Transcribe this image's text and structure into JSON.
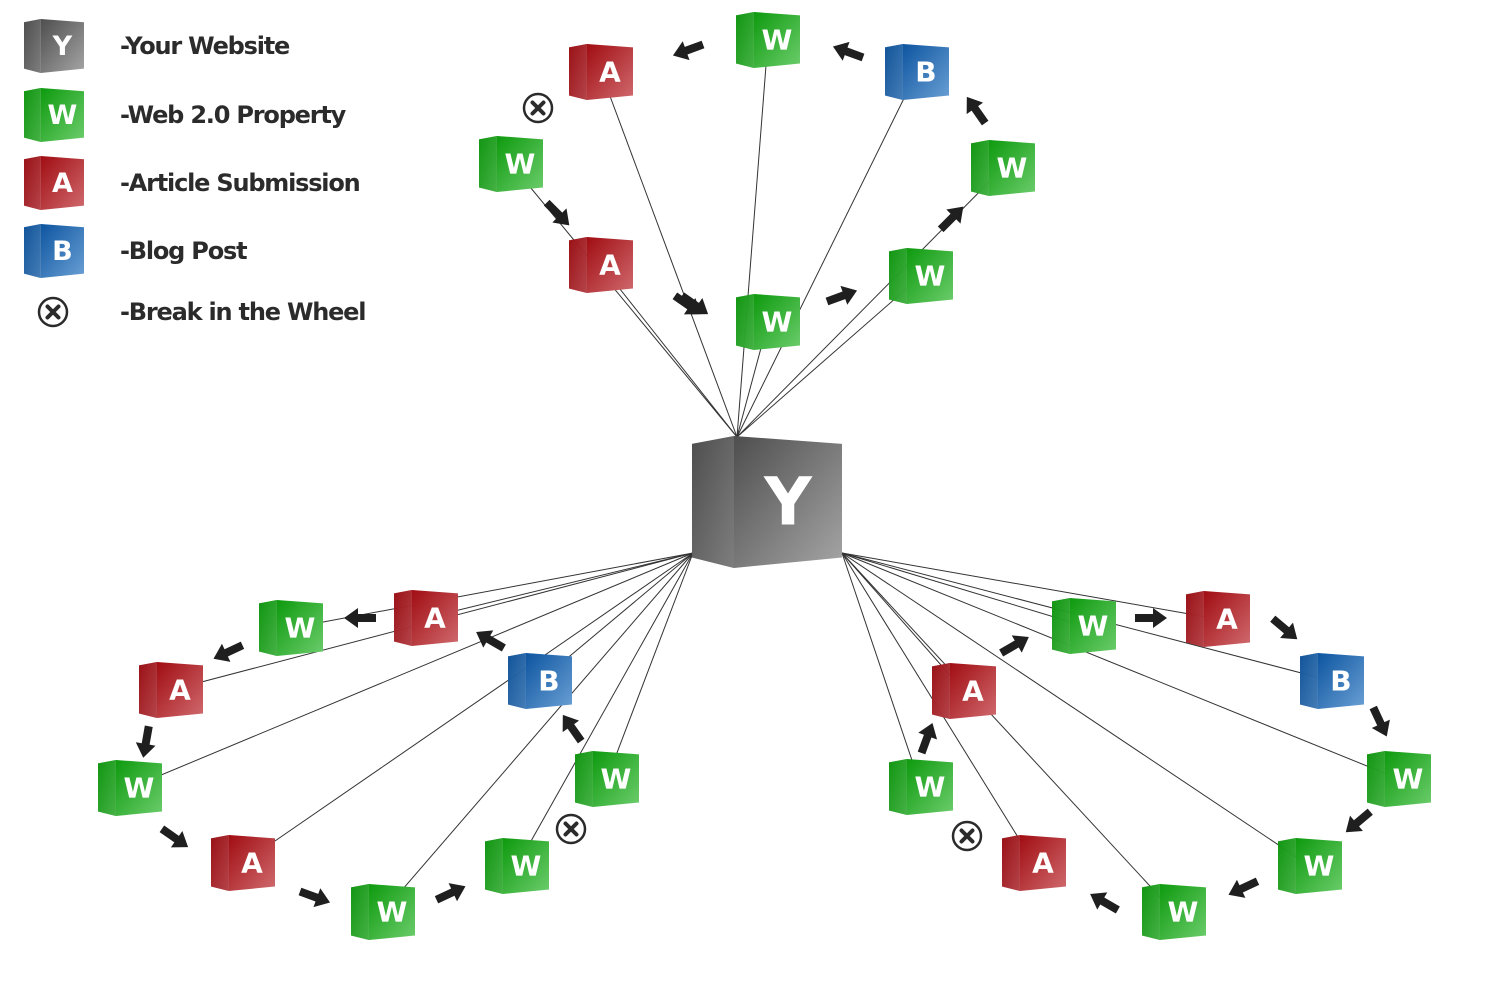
{
  "legend": {
    "items": [
      {
        "symbol": "Y",
        "kind": "website",
        "label": "-Your Website"
      },
      {
        "symbol": "W",
        "kind": "web20",
        "label": "-Web 2.0 Property"
      },
      {
        "symbol": "A",
        "kind": "article",
        "label": "-Article Submission"
      },
      {
        "symbol": "B",
        "kind": "blog",
        "label": "-Blog Post"
      },
      {
        "symbol": "break-icon",
        "kind": "break",
        "label": "-Break in the Wheel"
      }
    ]
  },
  "colors": {
    "website": "#6e6e6e",
    "web20": "#2fb12f",
    "article": "#b3222a",
    "blog": "#2a6db5",
    "arrow": "#1f1f1f",
    "line": "#333333",
    "text": "#2b2b2b"
  },
  "hub": {
    "symbol": "Y",
    "kind": "website"
  },
  "wheels": [
    {
      "name": "top",
      "nodes": [
        {
          "symbol": "W",
          "kind": "web20"
        },
        {
          "symbol": "W",
          "kind": "web20"
        },
        {
          "symbol": "W",
          "kind": "web20"
        },
        {
          "symbol": "B",
          "kind": "blog"
        },
        {
          "symbol": "W",
          "kind": "web20"
        },
        {
          "symbol": "A",
          "kind": "article"
        },
        {
          "symbol": "W",
          "kind": "web20"
        },
        {
          "symbol": "A",
          "kind": "article"
        }
      ],
      "break_after": "A"
    },
    {
      "name": "bottom-left",
      "nodes": [
        {
          "symbol": "W",
          "kind": "web20"
        },
        {
          "symbol": "B",
          "kind": "blog"
        },
        {
          "symbol": "A",
          "kind": "article"
        },
        {
          "symbol": "W",
          "kind": "web20"
        },
        {
          "symbol": "A",
          "kind": "article"
        },
        {
          "symbol": "W",
          "kind": "web20"
        },
        {
          "symbol": "A",
          "kind": "article"
        },
        {
          "symbol": "W",
          "kind": "web20"
        },
        {
          "symbol": "W",
          "kind": "web20"
        }
      ],
      "break_after": "W"
    },
    {
      "name": "bottom-right",
      "nodes": [
        {
          "symbol": "W",
          "kind": "web20"
        },
        {
          "symbol": "A",
          "kind": "article"
        },
        {
          "symbol": "W",
          "kind": "web20"
        },
        {
          "symbol": "A",
          "kind": "article"
        },
        {
          "symbol": "B",
          "kind": "blog"
        },
        {
          "symbol": "W",
          "kind": "web20"
        },
        {
          "symbol": "W",
          "kind": "web20"
        },
        {
          "symbol": "W",
          "kind": "web20"
        },
        {
          "symbol": "A",
          "kind": "article"
        }
      ],
      "break_after": "A"
    }
  ]
}
